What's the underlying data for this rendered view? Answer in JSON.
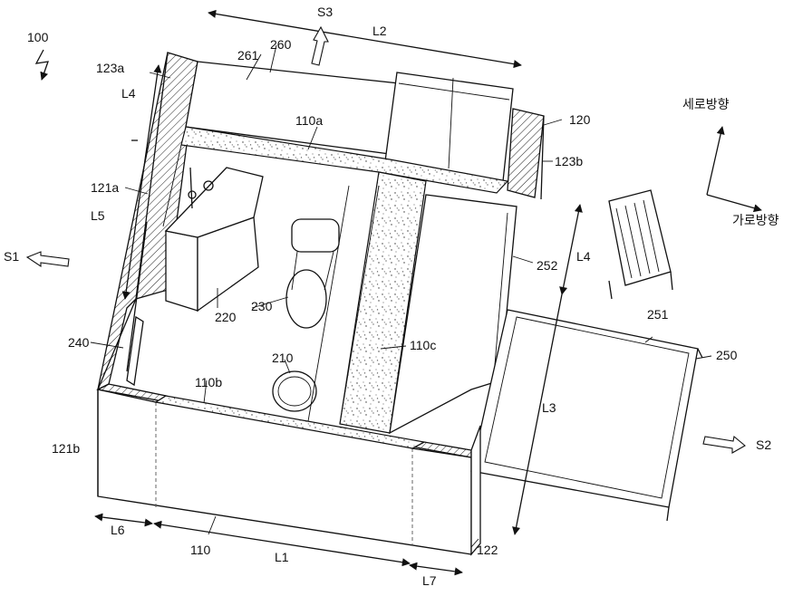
{
  "figure": {
    "ref_main": "100",
    "labels": {
      "l_123a": "123a",
      "l_L4a": "L4",
      "l_121a": "121a",
      "l_L5": "L5",
      "l_S1": "S1",
      "l_240": "240",
      "l_121b": "121b",
      "l_L6": "L6",
      "l_110": "110",
      "l_L1": "L1",
      "l_L7": "L7",
      "l_122": "122",
      "l_S2": "S2",
      "l_250": "250",
      "l_251": "251",
      "l_L3": "L3",
      "l_L4b": "L4",
      "l_252": "252",
      "l_120": "120",
      "l_123b": "123b",
      "l_S3": "S3",
      "l_L2": "L2",
      "l_260": "260",
      "l_261": "261",
      "l_110a": "110a",
      "l_110b": "110b",
      "l_110c": "110c",
      "l_210": "210",
      "l_220": "220",
      "l_230": "230",
      "l_vertical": "세로방향",
      "l_horizontal": "가로방향"
    }
  }
}
